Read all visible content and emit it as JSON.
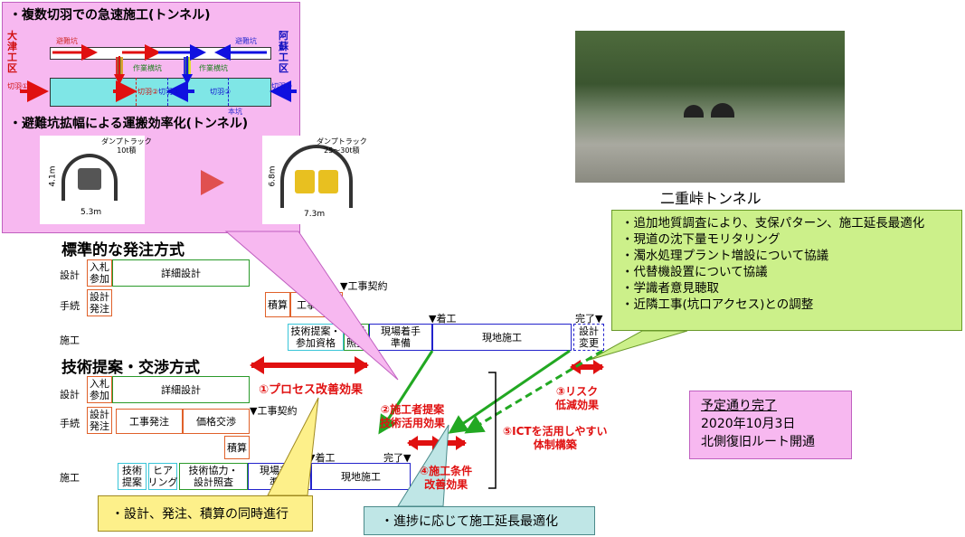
{
  "tunnel_panel": {
    "title1": "・複数切羽での急速施工(トンネル)",
    "left_zone": "大津工区",
    "right_zone": "阿蘇工区",
    "evac_label": "避難坑",
    "work_label": "作業横坑",
    "main_label": "本坑",
    "faces": [
      "切羽①",
      "切羽②",
      "切羽③",
      "切羽②",
      "切羽①"
    ],
    "title2": "・避難坑拡幅による運搬効率化(トンネル)",
    "left_truck": "ダンプトラック\n10t積",
    "left_height": "4.1m",
    "left_width": "5.3m",
    "right_truck": "ダンプトラック\n25～30t積",
    "right_height": "6.8m",
    "right_width": "7.3m"
  },
  "photo_caption": "二重峠トンネル",
  "standard": {
    "title": "標準的な発注方式",
    "row_labels": [
      "設計",
      "手続",
      "施工"
    ],
    "bid": "入札\n参加",
    "detail_design": "詳細設計",
    "design_order": "設計\n発注",
    "estimate": "積算",
    "construction_order": "工事発注",
    "contract": "▼工事契約",
    "tech_proposal": "技術提案・\n参加資格",
    "design_check": "設計\n照査",
    "site_prep": "現場着手\n準備",
    "start": "▼着工",
    "site_work": "現地施工",
    "complete": "完了▼",
    "design_change": "設計\n変更"
  },
  "negotiation": {
    "title": "技術提案・交渉方式",
    "row_labels": [
      "設計",
      "手続",
      "施工"
    ],
    "bid": "入札\n参加",
    "detail_design": "詳細設計",
    "design_order": "設計\n発注",
    "construction_order": "工事発注",
    "price_negotiation": "価格交渉",
    "estimate": "積算",
    "contract": "▼工事契約",
    "tech": "技術\n提案",
    "hearing": "ヒア\nリング",
    "tech_coop": "技術協力・\n設計照査",
    "site_prep": "現場着手\n準備",
    "start": "▼着工",
    "site_work": "現地施工",
    "complete": "完了▼"
  },
  "effects": {
    "e1": "①プロセス改善効果",
    "e2": "②施工者提案\n技術活用効果",
    "e3": "③リスク\n低減効果",
    "e4": "④施工条件\n改善効果",
    "e5": "⑤ICTを活用しやすい\n体制構築"
  },
  "notes": {
    "green": [
      "・追加地質調査により、支保パターン、施工延長最適化",
      "・現道の沈下量モリタリング",
      "・濁水処理プラント増設について協議",
      "・代替機設置について協議",
      "・学識者意見聴取",
      "・近隣工事(坑口アクセス)との調整"
    ],
    "yellow": "・設計、発注、積算の同時進行",
    "blue": "・進捗に応じて施工延長最適化",
    "pink": [
      "予定通り完了",
      "2020年10月3日",
      "北側復旧ルート開通"
    ]
  }
}
